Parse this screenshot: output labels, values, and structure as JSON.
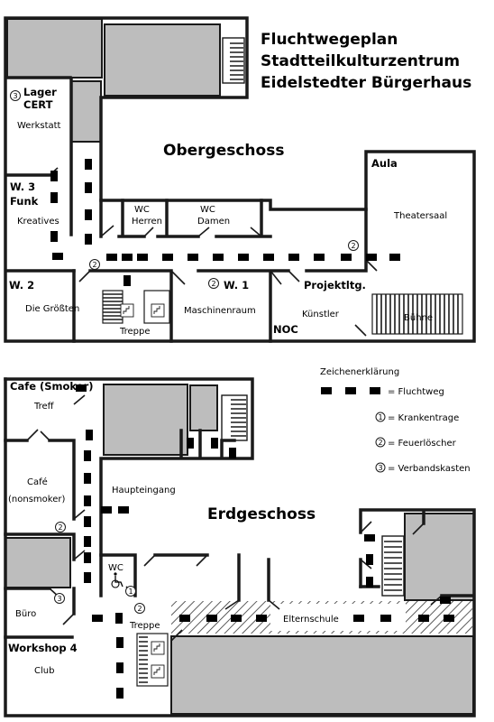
{
  "title": {
    "line1": "Fluchtwegeplan",
    "line2": "Stadtteilkulturzentrum",
    "line3": "Eidelstedter Bürgerhaus"
  },
  "upper_floor": {
    "name": "Obergeschoss",
    "rooms": {
      "lager": "Lager",
      "cert": "CERT",
      "werkstatt": "Werkstatt",
      "w3": "W. 3",
      "funk": "Funk",
      "kreatives": "Kreatives",
      "wc_herren_1": "WC",
      "wc_herren_2": "Herren",
      "wc_damen_1": "WC",
      "wc_damen_2": "Damen",
      "aula": "Aula",
      "theatersaal": "Theatersaal",
      "w2": "W. 2",
      "die_groessten": "Die Größten",
      "treppe": "Treppe",
      "w1": "W. 1",
      "maschinenraum": "Maschinenraum",
      "projektltg": "Projektltg.",
      "kuenstler": "Künstler",
      "noc": "NOC",
      "buehne": "Bühne"
    }
  },
  "ground_floor": {
    "name": "Erdgeschoss",
    "rooms": {
      "cafe_smoker": "Cafe (Smoker)",
      "treff": "Treff",
      "cafe": "Café",
      "nonsmoker": "(nonsmoker)",
      "haupteingang": "Haupteingang",
      "wc": "WC",
      "buero": "Büro",
      "treppe": "Treppe",
      "elternschule": "Elternschule",
      "workshop4": "Workshop 4",
      "club": "Club"
    }
  },
  "legend": {
    "title": "Zeichenerklärung",
    "fluchtweg": "= Fluchtweg",
    "krankentrage": "= Krankentrage",
    "feuerloescher": "= Feuerlöscher",
    "verbandskasten": "= Verbandskasten"
  },
  "symbols": {
    "one": "1",
    "two": "2",
    "three": "3"
  }
}
